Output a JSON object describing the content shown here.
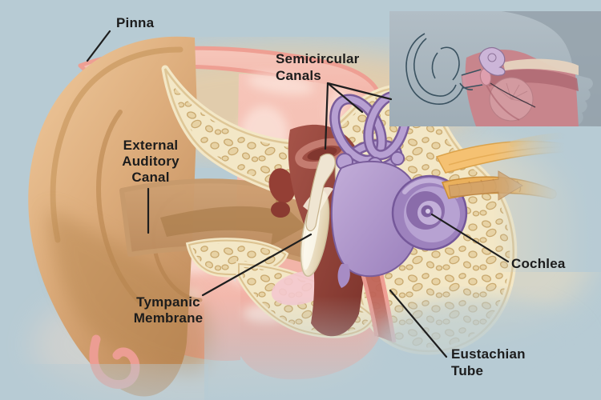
{
  "diagram": {
    "kind": "ear-anatomy-cross-section",
    "labels": {
      "pinna": "Pinna",
      "external_auditory_canal": "External Auditory Canal",
      "semicircular_canals": "Semicircular Canals",
      "tympanic_membrane": "Tympanic Membrane",
      "cochlea": "Cochlea",
      "eustachian_tube": "Eustachian Tube"
    },
    "colors": {
      "background": "#b7cbd4",
      "label_text": "#1c1c1c",
      "leader_line": "#1e1e1e",
      "outer_ear_skin": "#d8a877",
      "canal_skin_pink": "#f2b4a8",
      "bone_cream": "#f3e7c6",
      "middle_ear_red": "#8e4037",
      "inner_ear_purple": "#ab92c8",
      "nerve_orange": "#f0b361",
      "inset_background": "#a8b5be",
      "inset_throat_pink": "#c8858c"
    }
  }
}
